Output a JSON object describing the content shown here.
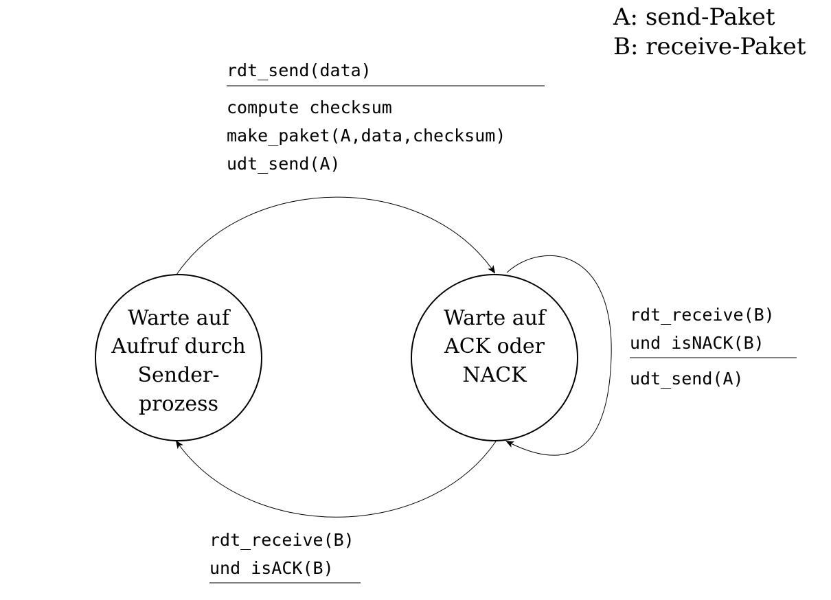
{
  "legend": {
    "a": "A: send-Paket",
    "b": "B: receive-Paket"
  },
  "states": {
    "sender_wait": {
      "lines": [
        "Warte auf",
        "Aufruf durch",
        "Sender-",
        "prozess"
      ]
    },
    "ack_wait": {
      "lines": [
        "Warte auf",
        "ACK oder",
        "NACK"
      ]
    }
  },
  "transitions": {
    "send": {
      "event": "rdt_send(data)",
      "actions": [
        "compute checksum",
        "make_paket(A,data,checksum)",
        "udt_send(A)"
      ]
    },
    "nack": {
      "event": [
        "rdt_receive(B)",
        "und isNACK(B)"
      ],
      "actions": [
        "udt_send(A)"
      ]
    },
    "ack": {
      "event": [
        "rdt_receive(B)",
        "und isACK(B)"
      ]
    }
  }
}
